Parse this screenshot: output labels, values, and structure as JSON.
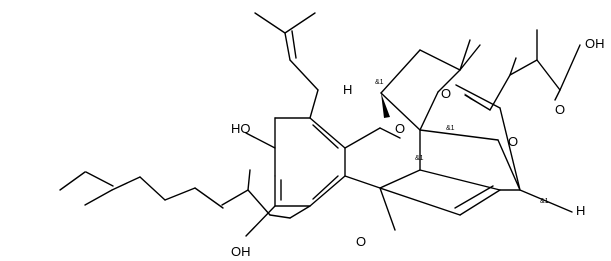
{
  "atoms": {
    "acid_oh": "OH",
    "acid_o": "O",
    "ether_o_top": "O",
    "ketone_o_right": "O",
    "xanthene_o": "O",
    "phenol_oh_upper": "HO",
    "phenol_oh_lower": "OH",
    "ketone_o_bottom": "O",
    "h_top": "H",
    "h_right": "H"
  },
  "stereo": {
    "s1": "&1",
    "s2": "&1",
    "s3": "&1",
    "s4": "&1"
  }
}
